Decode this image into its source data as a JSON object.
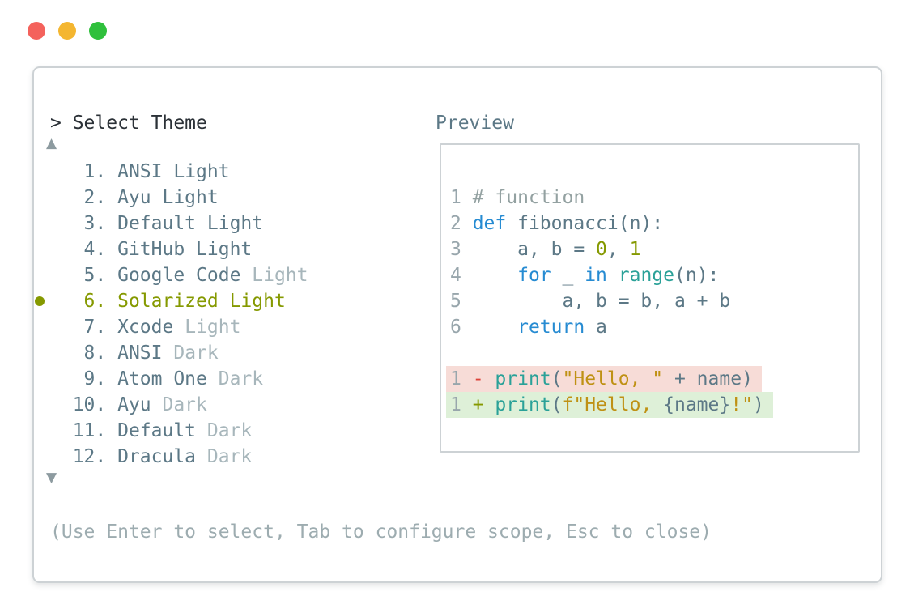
{
  "window": {
    "controls": [
      {
        "name": "close",
        "color": "#f4625c"
      },
      {
        "name": "minimize",
        "color": "#f4b630"
      },
      {
        "name": "zoom",
        "color": "#2fc03c"
      }
    ]
  },
  "dialog": {
    "prompt": "> Select Theme",
    "preview_label": "Preview",
    "scroll_up_icon": "▲",
    "scroll_down_icon": "▼",
    "help_text": "(Use Enter to select, Tab to configure scope, Esc to close)",
    "selected_accent": "#859900",
    "themes": [
      {
        "num": "   1.",
        "name": "ANSI",
        "variant": "Light",
        "dim": false,
        "selected": false
      },
      {
        "num": "   2.",
        "name": "Ayu",
        "variant": "Light",
        "dim": false,
        "selected": false
      },
      {
        "num": "   3.",
        "name": "Default",
        "variant": "Light",
        "dim": false,
        "selected": false
      },
      {
        "num": "   4.",
        "name": "GitHub",
        "variant": "Light",
        "dim": false,
        "selected": false
      },
      {
        "num": "   5.",
        "name": "Google Code",
        "variant": "Light",
        "dim": true,
        "selected": false
      },
      {
        "num": "   6.",
        "name": "Solarized",
        "variant": "Light",
        "dim": false,
        "selected": true
      },
      {
        "num": "   7.",
        "name": "Xcode",
        "variant": "Light",
        "dim": true,
        "selected": false
      },
      {
        "num": "   8.",
        "name": "ANSI",
        "variant": "Dark",
        "dim": true,
        "selected": false
      },
      {
        "num": "   9.",
        "name": "Atom One",
        "variant": "Dark",
        "dim": true,
        "selected": false
      },
      {
        "num": "  10.",
        "name": "Ayu",
        "variant": "Dark",
        "dim": true,
        "selected": false
      },
      {
        "num": "  11.",
        "name": "Default",
        "variant": "Dark",
        "dim": true,
        "selected": false
      },
      {
        "num": "  12.",
        "name": "Dracula",
        "variant": "Dark",
        "dim": true,
        "selected": false
      }
    ]
  },
  "preview": {
    "colors": {
      "num": "#98a6ac",
      "comment": "#93a1a1",
      "base": "#5c7886",
      "blue": "#268bd2",
      "teal": "#2aa198",
      "olive": "#859900",
      "gold": "#bf9114",
      "red": "#dc4239",
      "removed_bg": "#f7dcd7",
      "added_bg": "#def0d8"
    },
    "lines": [
      {
        "bg": null,
        "segments": [
          [
            "num",
            "1 "
          ],
          [
            "comment",
            "# function"
          ]
        ]
      },
      {
        "bg": null,
        "segments": [
          [
            "num",
            "2 "
          ],
          [
            "blue",
            "def"
          ],
          [
            "base",
            " fibonacci(n):"
          ]
        ]
      },
      {
        "bg": null,
        "segments": [
          [
            "num",
            "3 "
          ],
          [
            "base",
            "    a, b = "
          ],
          [
            "olive",
            "0"
          ],
          [
            "base",
            ", "
          ],
          [
            "olive",
            "1"
          ]
        ]
      },
      {
        "bg": null,
        "segments": [
          [
            "num",
            "4 "
          ],
          [
            "base",
            "    "
          ],
          [
            "blue",
            "for"
          ],
          [
            "base",
            " _ "
          ],
          [
            "blue",
            "in"
          ],
          [
            "base",
            " "
          ],
          [
            "teal",
            "range"
          ],
          [
            "base",
            "(n):"
          ]
        ]
      },
      {
        "bg": null,
        "segments": [
          [
            "num",
            "5 "
          ],
          [
            "base",
            "        a, b = b, a + b"
          ]
        ]
      },
      {
        "bg": null,
        "segments": [
          [
            "num",
            "6 "
          ],
          [
            "base",
            "    "
          ],
          [
            "blue",
            "return"
          ],
          [
            "base",
            " a"
          ]
        ]
      },
      {
        "bg": null,
        "segments": []
      },
      {
        "bg": "removed",
        "segments": [
          [
            "num",
            "1 "
          ],
          [
            "red",
            "- "
          ],
          [
            "teal",
            "print"
          ],
          [
            "base",
            "("
          ],
          [
            "gold",
            "\"Hello, \""
          ],
          [
            "base",
            " + name)"
          ]
        ]
      },
      {
        "bg": "added",
        "segments": [
          [
            "num",
            "1 "
          ],
          [
            "olive",
            "+ "
          ],
          [
            "teal",
            "print"
          ],
          [
            "base",
            "("
          ],
          [
            "gold",
            "f\"Hello, "
          ],
          [
            "base",
            "{name}"
          ],
          [
            "gold",
            "!\""
          ],
          [
            "base",
            ")"
          ]
        ]
      }
    ]
  }
}
